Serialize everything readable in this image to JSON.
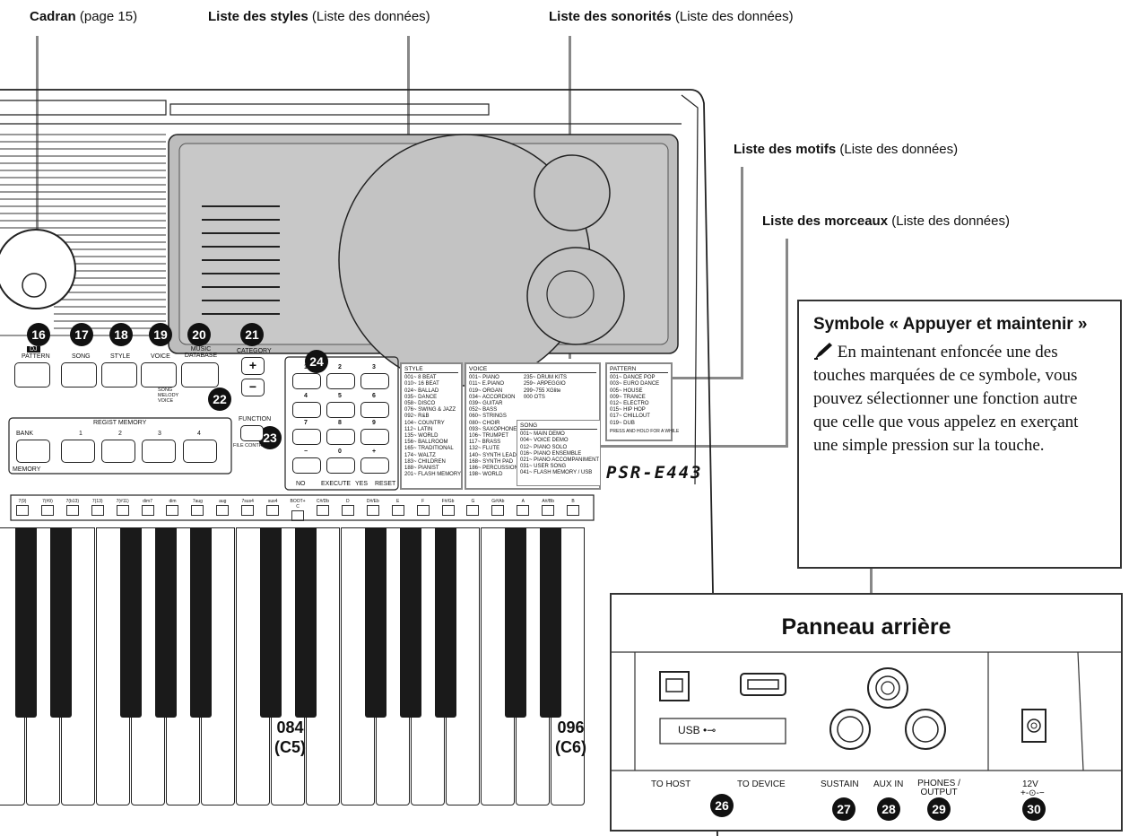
{
  "callouts": {
    "cadran_bold": "Cadran",
    "cadran_rest": "(page 15)",
    "styles_bold": "Liste des styles",
    "styles_rest": "(Liste des données)",
    "voices_bold": "Liste des sonorités",
    "voices_rest": "(Liste des données)",
    "patterns_bold": "Liste des motifs",
    "patterns_rest": "(Liste des données)",
    "songs_bold": "Liste des morceaux",
    "songs_rest": "(Liste des données)"
  },
  "badges": [
    "16",
    "17",
    "18",
    "19",
    "20",
    "21",
    "22",
    "23",
    "24",
    "26",
    "27",
    "28",
    "29",
    "30"
  ],
  "panel": {
    "dj": "DJ",
    "pattern": "PATTERN",
    "song": "SONG",
    "style": "STYLE",
    "voice": "VOICE",
    "music_database": "MUSIC DATABASE",
    "song_melody_voice": "SONG MELODY VOICE",
    "category": "CATEGORY",
    "plus": "+",
    "minus": "−",
    "function": "FUNCTION",
    "file_control": "FILE CONTROL",
    "regist_memory": "REGIST MEMORY",
    "bank": "BANK",
    "memory": "MEMORY",
    "reg_numbers": [
      "1",
      "2",
      "3",
      "4"
    ],
    "keypad": [
      "1",
      "2",
      "3",
      "4",
      "5",
      "6",
      "7",
      "8",
      "9",
      "−",
      "0",
      "+"
    ],
    "no": "NO",
    "execute": "EXECUTE",
    "yes": "YES",
    "reset": "RESET",
    "model": "PSR-E443",
    "press_hold": "PRESS AND HOLD FOR A WHILE"
  },
  "style_list": {
    "header": "STYLE",
    "rows": [
      "001~ 8 BEAT",
      "010~ 16 BEAT",
      "024~ BALLAD",
      "035~ DANCE",
      "058~ DISCO",
      "076~ SWING & JAZZ",
      "092~ R&B",
      "104~ COUNTRY",
      "112~ LATIN",
      "135~ WORLD",
      "156~ BALLROOM",
      "165~ TRADITIONAL",
      "174~ WALTZ",
      "183~ CHILDREN",
      "188~ PIANIST",
      "201~ FLASH MEMORY"
    ]
  },
  "voice_list": {
    "header": "VOICE",
    "rows": [
      "001~ PIANO",
      "011~ E.PIANO",
      "019~ ORGAN",
      "034~ ACCORDION",
      "039~ GUITAR",
      "052~ BASS",
      "060~ STRINGS",
      "080~ CHOIR",
      "093~ SAXOPHONE",
      "106~ TRUMPET",
      "117~ BRASS",
      "132~ FLUTE",
      "140~ SYNTH LEAD",
      "168~ SYNTH PAD",
      "186~ PERCUSSION",
      "198~ WORLD"
    ],
    "rows2": [
      "235~ DRUM KITS",
      "259~ ARPEGGIO",
      "299~755 XGlite",
      "000 OTS"
    ]
  },
  "song_list": {
    "header": "SONG",
    "rows": [
      "001~ MAIN DEMO",
      "004~ VOICE DEMO",
      "012~ PIANO SOLO",
      "016~ PIANO ENSEMBLE",
      "021~ PIANO ACCOMPANIMENT",
      "031~ USER SONG",
      "041~ FLASH MEMORY / USB"
    ]
  },
  "pattern_list": {
    "header": "PATTERN",
    "rows": [
      "001~ DANCE POP",
      "003~ EURO DANCE",
      "005~ HOUSE",
      "009~ TRANCE",
      "012~ ELECTRO",
      "015~ HIP HOP",
      "017~ CHILLOUT",
      "019~ DUB"
    ]
  },
  "chords": [
    "7(9)",
    "7(#9)",
    "7(b13)",
    "7(13)",
    "7(#11)",
    "dim7",
    "dim",
    "7aug",
    "aug",
    "7sus4",
    "sus4",
    "BOOT+ C",
    "C#/Db",
    "D",
    "D#/Eb",
    "E",
    "F",
    "F#/Gb",
    "G",
    "G#/Ab",
    "A",
    "A#/Bb",
    "B"
  ],
  "key_notes": [
    {
      "num": "084",
      "note": "(C5)"
    },
    {
      "num": "096",
      "note": "(C6)"
    }
  ],
  "symbol_box": {
    "title": "Symbole « Appuyer et maintenir »",
    "text": "En maintenant enfoncée une des touches marquées de ce symbole, vous pouvez sélectionner une fonction autre que celle que vous appelez en exerçant une simple pression sur la touche."
  },
  "rear_panel": {
    "title": "Panneau arrière",
    "usb": "USB",
    "to_host": "TO HOST",
    "to_device": "TO DEVICE",
    "sustain": "SUSTAIN",
    "aux_in": "AUX IN",
    "phones": "PHONES / OUTPUT",
    "power": "12V"
  }
}
